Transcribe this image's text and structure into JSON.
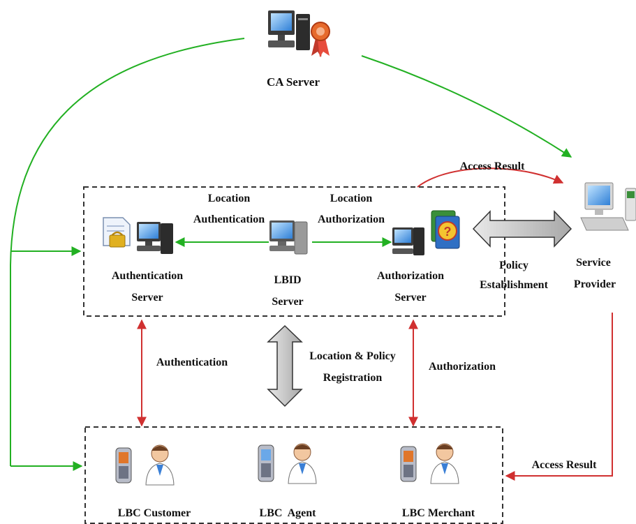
{
  "ca_server": {
    "label": "CA Server"
  },
  "nodes": {
    "authentication_server": [
      "Authentication",
      "Server"
    ],
    "lbid_server": [
      "LBID",
      "Server"
    ],
    "authorization_server": [
      "Authorization",
      "Server"
    ],
    "service_provider": [
      "Service",
      "Provider"
    ],
    "lbc_customer": "LBC Customer",
    "lbc_agent": "LBC  Agent",
    "lbc_merchant": "LBC Merchant"
  },
  "edges": {
    "location_authentication": [
      "Location",
      "Authentication"
    ],
    "location_authorization": [
      "Location",
      "Authorization"
    ],
    "access_result_top": "Access Result",
    "policy_establishment": [
      "Policy",
      "Establishment"
    ],
    "authentication": "Authentication",
    "location_policy_registration": [
      "Location & Policy",
      "Registration"
    ],
    "authorization": "Authorization",
    "access_result_bottom": "Access Result"
  },
  "colors": {
    "green_arrow": "#22b022",
    "red_arrow": "#d03030",
    "dashed_box": "#333333",
    "block_arrow_fill": "#c8c8c8"
  }
}
